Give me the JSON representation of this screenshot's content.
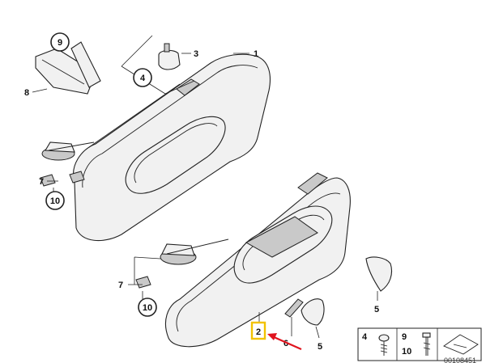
{
  "diagram": {
    "callouts": {
      "c1": "1",
      "c2": "2",
      "c3": "3",
      "c4": "4",
      "c5a": "5",
      "c5b": "5",
      "c6": "6",
      "c7a": "7",
      "c7b": "7",
      "c8": "8",
      "c9": "9",
      "c10a": "10",
      "c10b": "10"
    },
    "legend": {
      "item4": "4",
      "item9": "9",
      "item10": "10"
    },
    "drawing_number": "00108451",
    "highlight_color": "#f2c200",
    "arrow_color": "#e0141e"
  }
}
